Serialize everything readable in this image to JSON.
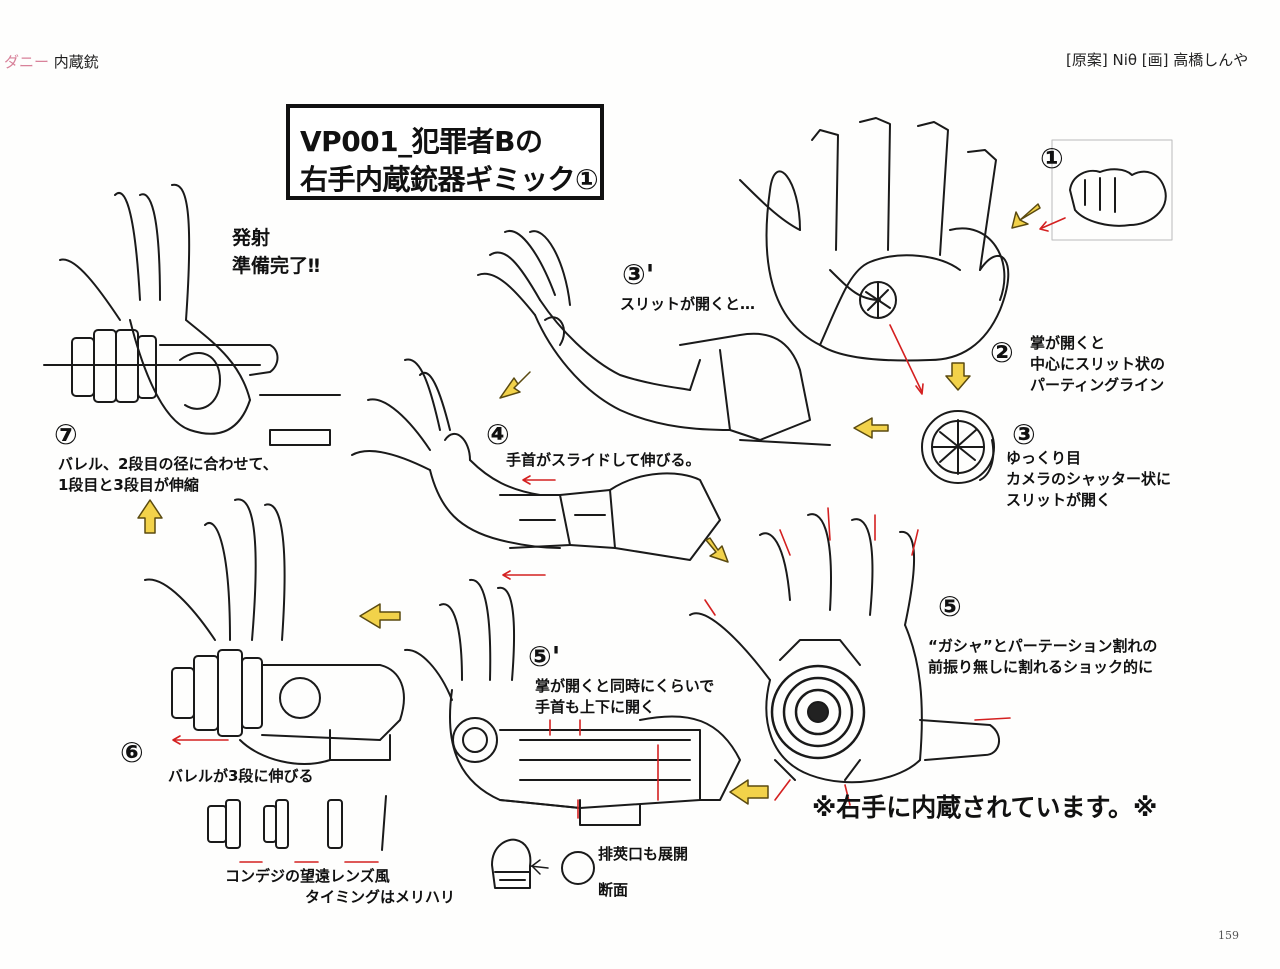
{
  "header": {
    "left_prefix": "ダニー",
    "left_title": "内蔵銃",
    "right_credits": "[原案] Niθ [画] 高橋しんや"
  },
  "title": {
    "line1": "VP001_犯罪者Bの",
    "line2": "右手内蔵銃器ギミック①"
  },
  "steps": {
    "s1": {
      "num": "①"
    },
    "s2": {
      "num": "②",
      "line1": "掌が開くと",
      "line2": "中心にスリット状の",
      "line3": "パーティングライン"
    },
    "s3": {
      "num": "③",
      "line1": "ゆっくり目",
      "line2": "カメラのシャッター状に",
      "line3": "スリットが開く"
    },
    "s3p": {
      "num": "③'",
      "line1": "スリットが開くと…"
    },
    "s4": {
      "num": "④",
      "line1": "手首がスライドして伸びる。"
    },
    "s5": {
      "num": "⑤",
      "line1": "“ガシャ”とパーテーション割れの",
      "line2": "前振り無しに割れるショック的に"
    },
    "s5p": {
      "num": "⑤'",
      "line1": "掌が開くと同時にくらいで",
      "line2": "手首も上下に開く"
    },
    "s6": {
      "num": "⑥",
      "line1": "バレルが3段に伸びる",
      "note1": "コンデジの望遠レンズ風",
      "note2": "タイミングはメリハリ"
    },
    "s7": {
      "num": "⑦",
      "line1": "バレル、2段目の径に合わせて、",
      "line2": "1段目と3段目が伸縮"
    },
    "ready": {
      "line1": "発射",
      "line2": "準備完了‼"
    },
    "exhaust": {
      "label": "排莢口も展開",
      "section": "断面"
    }
  },
  "footer_note": "※右手に内蔵されています。※",
  "page_number": "159",
  "colors": {
    "ink": "#111111",
    "red": "#d42020",
    "yellow": "#f2d24a",
    "pink": "#d8829a"
  }
}
